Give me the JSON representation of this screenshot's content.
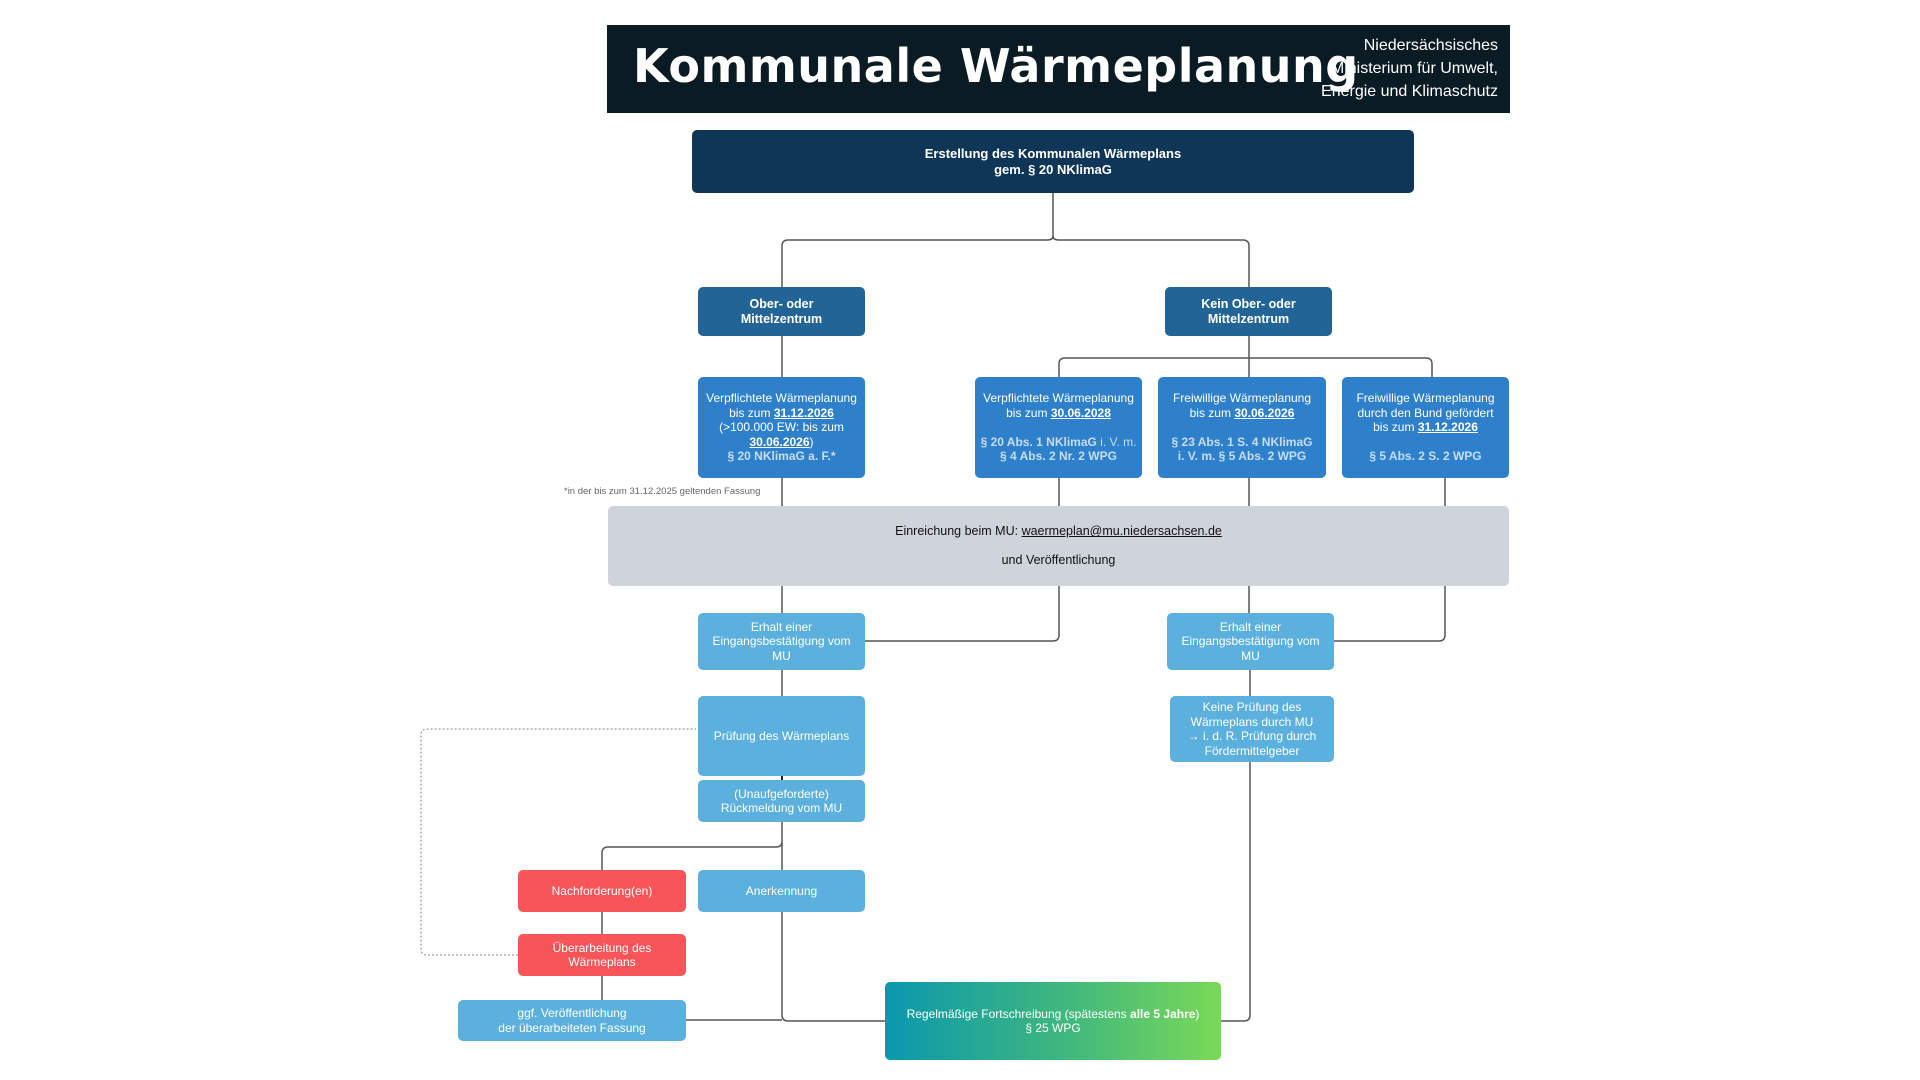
{
  "header": {
    "title": "Kommunale Wärmeplanung",
    "org_lines": [
      "Niedersächsisches",
      "Ministerium für Umwelt,",
      "Energie und Klimaschutz"
    ]
  },
  "nodes": {
    "root": {
      "line1": "Erstellung des Kommunalen Wärmeplans",
      "line2": "gem. § 20 NKlimaG"
    },
    "ober": {
      "line1": "Ober- oder",
      "line2": "Mittelzentrum"
    },
    "kein_ober": {
      "line1": "Kein Ober- oder",
      "line2": "Mittelzentrum"
    },
    "verpflichtet_2026": {
      "line1": "Verpflichtete Wärmeplanung",
      "line2_prefix": "bis zum ",
      "line2_date": "31.12.2026",
      "line3": "(>100.000 EW: bis zum",
      "line4_date": "30.06.2026",
      "line4_suffix": ")",
      "law": "§ 20 NKlimaG a. F.*"
    },
    "verpflichtet_2028": {
      "line1": "Verpflichtete Wärmeplanung",
      "line2_prefix": "bis zum ",
      "line2_date": "30.06.2028",
      "law1_bold": "§ 20 Abs. 1 NKlimaG",
      "law1_rest": " i. V. m.",
      "law2": "§ 4 Abs. 2 Nr. 2 WPG"
    },
    "freiwillig_2026": {
      "line1": "Freiwillige Wärmeplanung",
      "line2_prefix": "bis zum ",
      "line2_date": "30.06.2026",
      "law1": "§ 23 Abs. 1 S. 4 NKlimaG",
      "law2": "i. V. m. § 5 Abs. 2 WPG"
    },
    "freiwillig_bund": {
      "line1": "Freiwillige Wärmeplanung",
      "line2": "durch den Bund gefördert",
      "line3_prefix": "bis zum ",
      "line3_date": "31.12.2026",
      "law": "§ 5 Abs. 2 S. 2 WPG"
    },
    "einreichung": {
      "prefix": "Einreichung beim MU: ",
      "email": "waermeplan@mu.niedersachsen.de",
      "line2": "und Veröffentlichung"
    },
    "eingang_left": {
      "line1": "Erhalt einer",
      "line2": "Eingangsbestätigung vom",
      "line3": "MU"
    },
    "eingang_right": {
      "line1": "Erhalt einer",
      "line2": "Eingangsbestätigung vom",
      "line3": "MU"
    },
    "pruefung": {
      "line1": "Prüfung des Wärmeplans"
    },
    "keine_pruefung": {
      "line1": "Keine Prüfung des",
      "line2": "Wärmeplans durch MU",
      "line3": "→ i. d. R. Prüfung durch",
      "line4": "Fördermittelgeber"
    },
    "rueckmeldung": {
      "line1": "(Unaufgeforderte)",
      "line2": "Rückmeldung vom MU"
    },
    "nachforderung": {
      "line1": "Nachforderung(en)"
    },
    "anerkennung": {
      "line1": "Anerkennung"
    },
    "ueberarbeitung": {
      "line1": "Überarbeitung des",
      "line2": "Wärmeplans"
    },
    "veroeffentlichung": {
      "line1": "ggf. Veröffentlichung",
      "line2": "der überarbeiteten Fassung"
    },
    "fortschreibung": {
      "line1_prefix": "Regelmäßige Fortschreibung (spätestens ",
      "line1_bold": "alle 5 Jahre",
      "line1_suffix": ")",
      "line2": "§ 25 WPG"
    }
  },
  "footnote": "*in der bis zum 31.12.2025 geltenden Fassung",
  "colors": {
    "header_bg": "#0a1b24",
    "root_bg": "#0f3557",
    "level2_bg": "#236496",
    "level3_bg": "#2f80cb",
    "process_bg": "#5cb0dd",
    "alert_bg": "#f85558",
    "submission_bg": "#cfd4db",
    "gradient_start": "#0a98ad",
    "gradient_end": "#7ad957"
  }
}
